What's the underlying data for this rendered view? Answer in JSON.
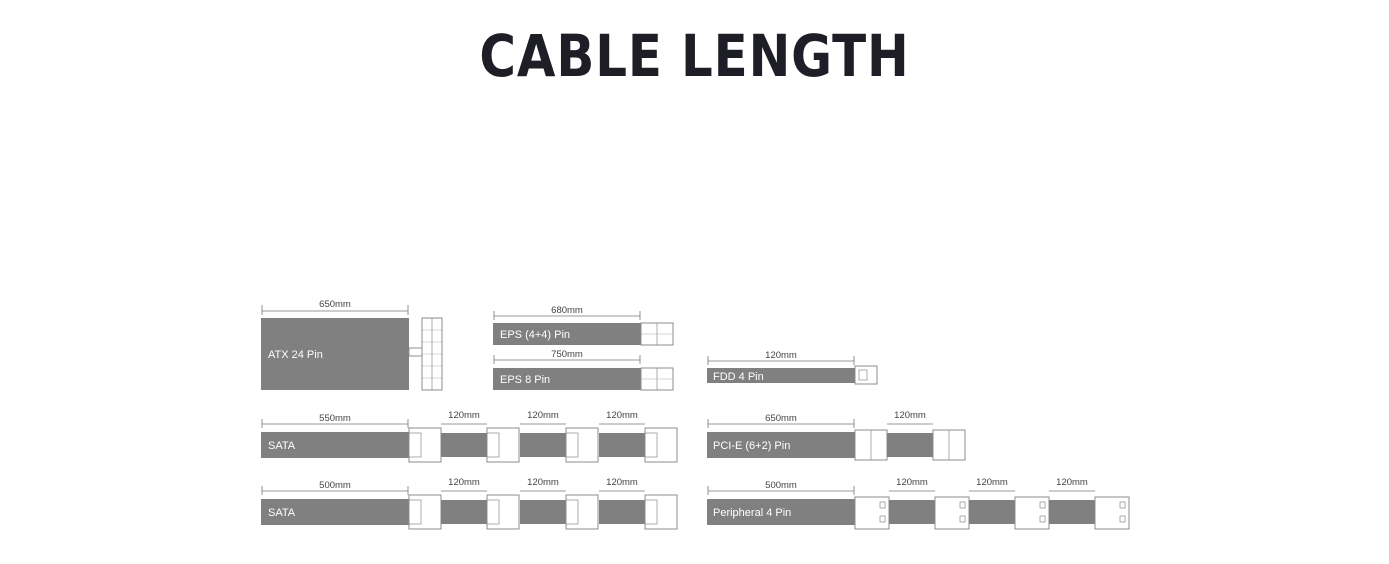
{
  "title": "CABLE LENGTH",
  "colors": {
    "cable": "#808080",
    "connector_stroke": "#8c8c8c",
    "text": "#1e1f26"
  },
  "cables": [
    {
      "id": "atx24",
      "label": "ATX 24 Pin",
      "segments": [
        "650mm"
      ]
    },
    {
      "id": "eps44",
      "label": "EPS (4+4) Pin",
      "segments": [
        "680mm"
      ]
    },
    {
      "id": "eps8",
      "label": "EPS 8 Pin",
      "segments": [
        "750mm"
      ]
    },
    {
      "id": "fdd4",
      "label": "FDD 4 Pin",
      "segments": [
        "120mm"
      ]
    },
    {
      "id": "sata1",
      "label": "SATA",
      "segments": [
        "550mm",
        "120mm",
        "120mm",
        "120mm"
      ]
    },
    {
      "id": "pcie",
      "label": "PCI-E (6+2) Pin",
      "segments": [
        "650mm",
        "120mm"
      ]
    },
    {
      "id": "sata2",
      "label": "SATA",
      "segments": [
        "500mm",
        "120mm",
        "120mm",
        "120mm"
      ]
    },
    {
      "id": "periph",
      "label": "Peripheral 4 Pin",
      "segments": [
        "500mm",
        "120mm",
        "120mm",
        "120mm"
      ]
    }
  ]
}
